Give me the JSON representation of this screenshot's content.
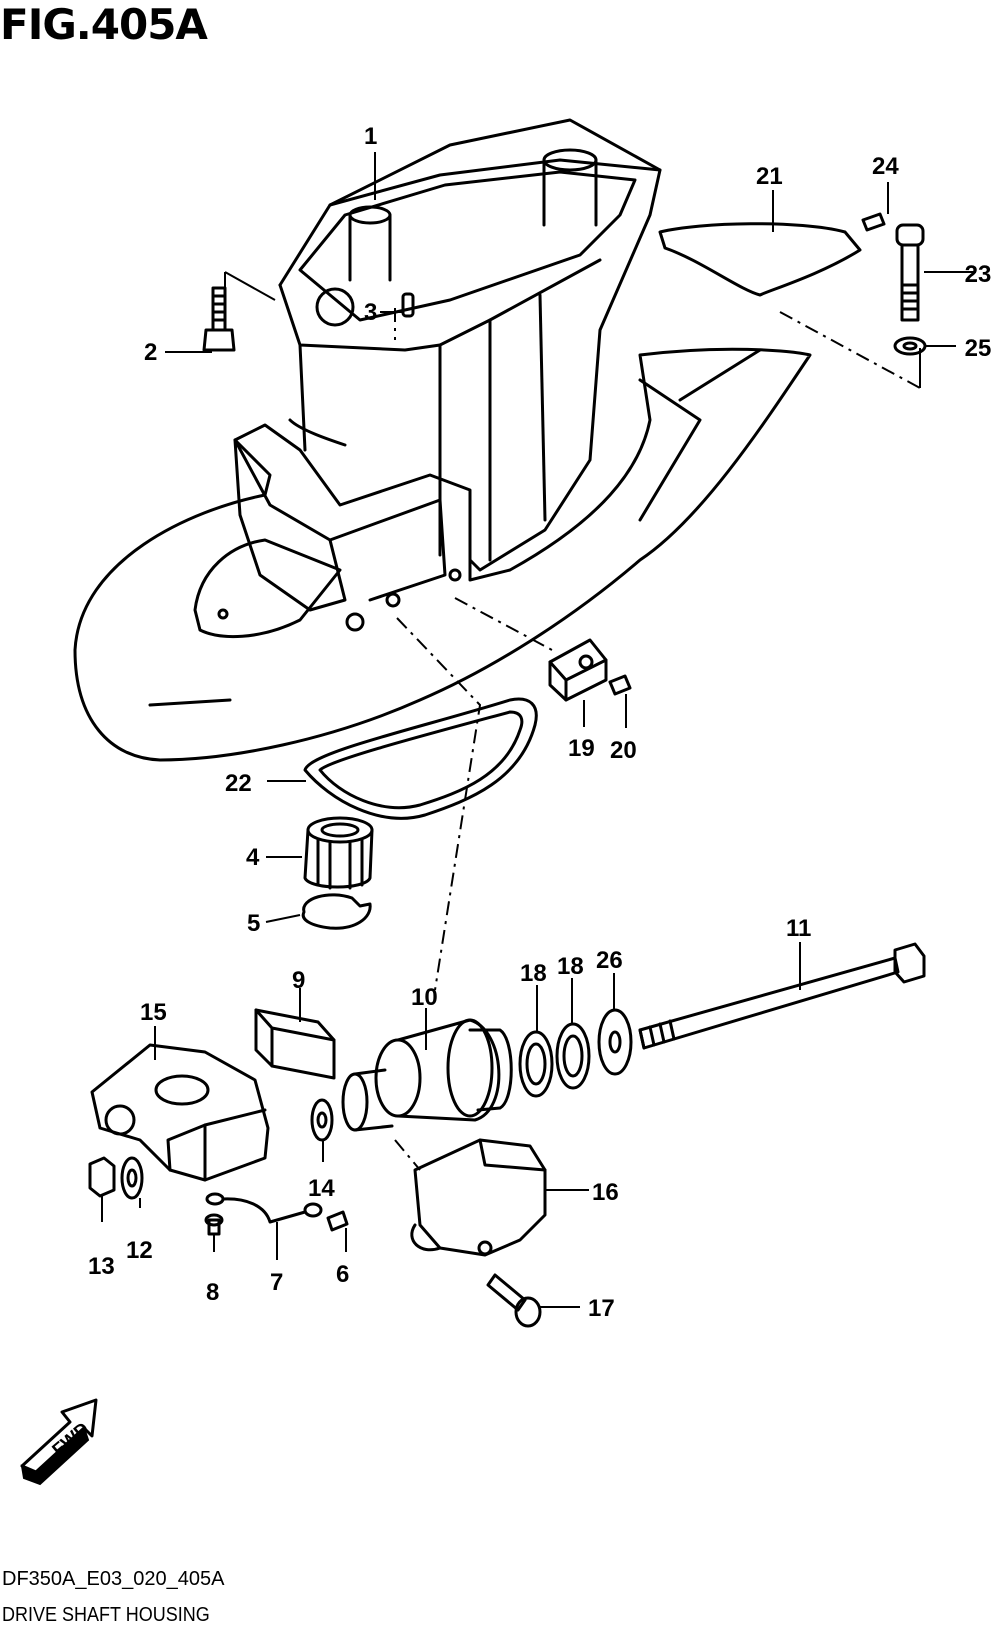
{
  "figure": {
    "title": "FIG.405A"
  },
  "footer": {
    "code": "DF350A_E03_020_405A",
    "name": "DRIVE SHAFT HOUSING"
  },
  "fwd_label": "FWD",
  "callouts": [
    "1",
    "2",
    "3",
    "4",
    "5",
    "6",
    "7",
    "8",
    "9",
    "10",
    "11",
    "12",
    "13",
    "14",
    "15",
    "16",
    "17",
    "18",
    "18",
    "19",
    "20",
    "21",
    "22",
    "23",
    "24",
    "25",
    "26"
  ]
}
